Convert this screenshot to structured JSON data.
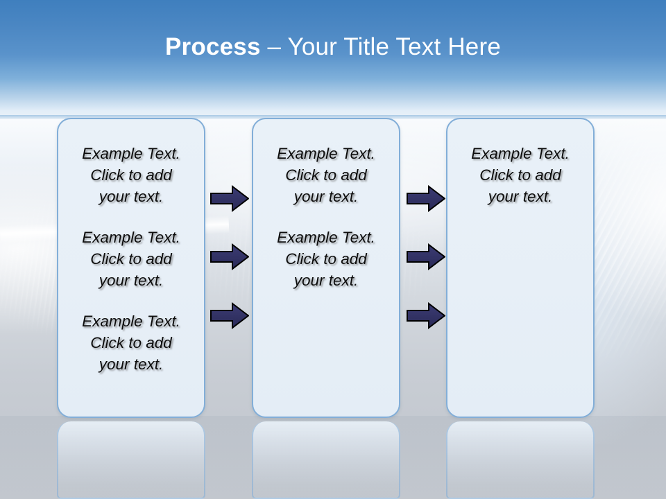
{
  "slide": {
    "title": {
      "bold_part": "Process",
      "regular_part": " – Your Title Text Here",
      "full": "Process – Your Title Text Here"
    },
    "colors": {
      "title_band_top": "#3f7fbe",
      "title_band_bottom": "#e9f1f8",
      "title_text": "#ffffff",
      "box_fill": "#e9f1f8",
      "box_border": "#82aed8",
      "arrow_fill": "#333366",
      "arrow_outline": "#000000",
      "body_text": "#0d0d0d",
      "background_floor": "#c4c9d0"
    },
    "boxes": [
      {
        "name": "process-box-1",
        "paragraphs": [
          "Example Text.\nClick  to add\nyour text.",
          "Example Text.\nClick  to add\nyour text.",
          "Example Text.\nClick  to add\nyour text."
        ]
      },
      {
        "name": "process-box-2",
        "paragraphs": [
          "Example Text.\nClick  to add\nyour text.",
          "Example Text.\nClick  to add\nyour text."
        ]
      },
      {
        "name": "process-box-3",
        "paragraphs": [
          "Example Text.\nClick  to add\nyour text."
        ]
      }
    ],
    "arrow_groups": [
      {
        "name": "arrow-group-1",
        "arrows": [
          {
            "label": "arrow-1-1",
            "direction": "right"
          },
          {
            "label": "arrow-1-2",
            "direction": "right"
          },
          {
            "label": "arrow-1-3",
            "direction": "right"
          }
        ]
      },
      {
        "name": "arrow-group-2",
        "arrows": [
          {
            "label": "arrow-2-1",
            "direction": "right"
          },
          {
            "label": "arrow-2-2",
            "direction": "right"
          },
          {
            "label": "arrow-2-3",
            "direction": "right"
          }
        ]
      }
    ]
  }
}
